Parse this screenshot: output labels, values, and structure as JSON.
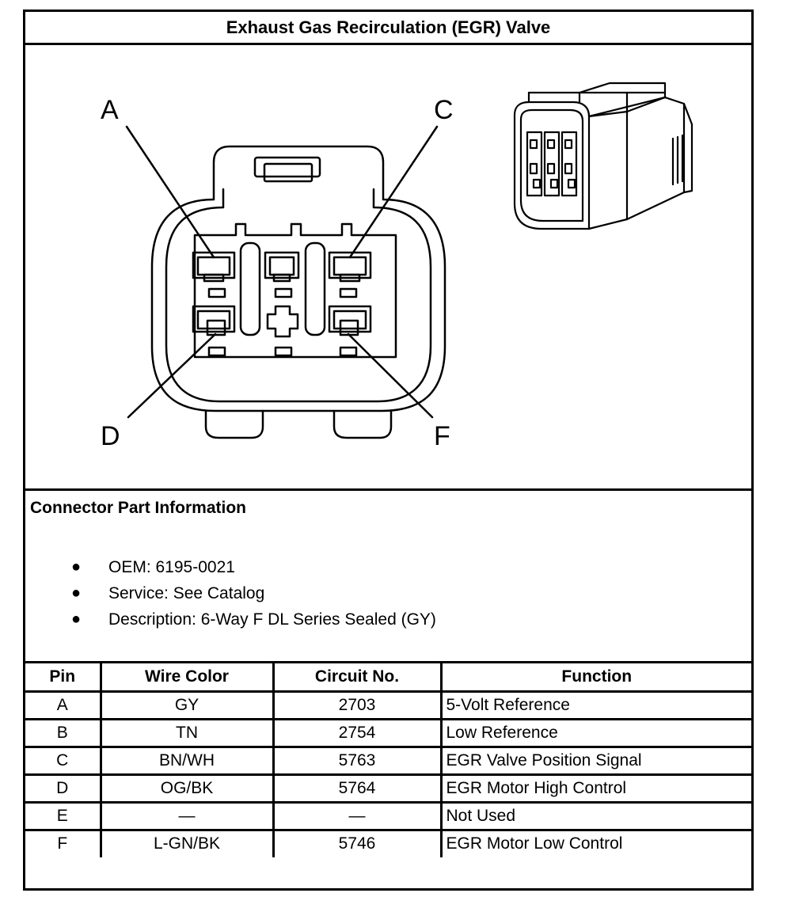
{
  "title": "Exhaust Gas Recirculation (EGR) Valve",
  "pin_letters": [
    "A",
    "C",
    "D",
    "F"
  ],
  "connector_info": {
    "heading": "Connector Part Information",
    "items": [
      "OEM: 6195-0021",
      "Service: See Catalog",
      "Description: 6-Way F DL Series Sealed (GY)"
    ]
  },
  "table": {
    "headers": [
      "Pin",
      "Wire Color",
      "Circuit No.",
      "Function"
    ],
    "rows": [
      [
        "A",
        "GY",
        "2703",
        "5-Volt Reference"
      ],
      [
        "B",
        "TN",
        "2754",
        "Low Reference"
      ],
      [
        "C",
        "BN/WH",
        "5763",
        "EGR Valve Position Signal"
      ],
      [
        "D",
        "OG/BK",
        "5764",
        "EGR Motor High Control"
      ],
      [
        "E",
        "—",
        "—",
        "Not Used"
      ],
      [
        "F",
        "L-GN/BK",
        "5746",
        "EGR Motor Low Control"
      ]
    ]
  }
}
